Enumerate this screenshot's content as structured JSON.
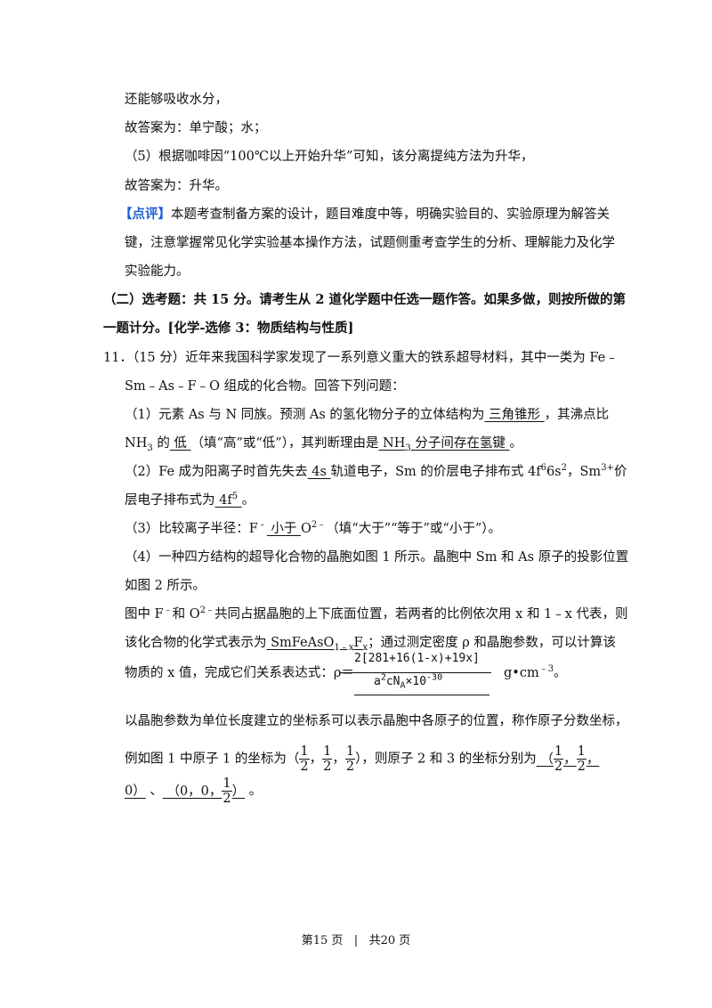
{
  "paragraphs": {
    "p1": "还能够吸收水分，",
    "p2": "故答案为：单宁酸；水；",
    "p3": "（5）根据咖啡因“100℃以上开始升华”可知，该分离提纯方法为升华，",
    "p4": "故答案为：升华。",
    "comment_tag": "【点评】",
    "comment_1": "本题考查制备方案的设计，题目难度中等，明确实验目的、实验原理为解答关",
    "comment_2": "键，注意掌握常见化学实验基本操作方法，试题侧重考查学生的分析、理解能力及化学",
    "comment_3": "实验能力。",
    "section_1": "（二）选考题：共 15 分。请考生从 2 道化学题中任选一题作答。如果多做，则按所做的第",
    "section_2": "一题计分。[化学-选修 3：物质结构与性质]",
    "q11_1": "11．（15 分）近年来我国科学家发现了一系列意义重大的铁系超导材料，其中一类为 Fe﹣",
    "q11_2": "Sm﹣As﹣F﹣O 组成的化合物。回答下列问题："
  },
  "q1": {
    "a": "（1）元素 As 与 N 同族。预测 As 的氢化物分子的立体结构为",
    "ans1": "   三角锥形   ",
    "b": "，其沸点比",
    "c_pre": "NH",
    "c_sub": "3",
    "c_post": " 的",
    "ans2": "   低   ",
    "d": "（填“高”或“低”），其判断理由是",
    "ans3_pre": "   NH",
    "ans3_sub": "3",
    "ans3_post": " 分子间存在氢键   ",
    "e": "。"
  },
  "q2": {
    "a": "（2）Fe 成为阳离子时首先失去",
    "ans1": "   4s   ",
    "b": "轨道电子，Sm 的价层电子排布式 4f",
    "b_sup1": "6",
    "b_mid": "6s",
    "b_sup2": "2",
    "b_post": "，Sm",
    "b_sup3": "3+",
    "b_end": "价",
    "c": "层电子排布式为",
    "ans2_pre": "   4f",
    "ans2_sup": "5",
    "ans2_post": "   ",
    "d": "。"
  },
  "q3": {
    "a": "（3）比较离子半径：F",
    "a_sup": "﹣",
    "ans": "   小于   ",
    "b": "O",
    "b_sup": "2﹣",
    "c": "（填“大于”“等于”或“小于”）。"
  },
  "q4": {
    "line1": "（4）一种四方结构的超导化合物的晶胞如图 1 所示。晶胞中 Sm 和 As 原子的投影位置",
    "line2": "如图 2 所示。",
    "line3_a": "图中 F",
    "line3_sup1": "﹣",
    "line3_b": "和 O",
    "line3_sup2": "2﹣",
    "line3_c": "共同占据晶胞的上下底面位置，若两者的比例依次用 x 和 1﹣x 代表，则",
    "line4_a": "该化合物的化学式表示为",
    "formula_a": "   SmFeAsO",
    "formula_sub1": "1﹣x",
    "formula_b": "F",
    "formula_sub2": "x",
    "line4_b": "；通过测定密度 ρ 和晶胞参数，可以计算该",
    "line5_a": "物质的 x 值，完成它们关系表达式：ρ＝",
    "rho_num": "2[281+16(1-x)+19x]",
    "rho_den_a": "a",
    "rho_den_sup": "2",
    "rho_den_b": "cN",
    "rho_den_sub": "A",
    "rho_den_c": "×10",
    "rho_den_sup2": "-30",
    "line5_b": "g•cm",
    "line5_sup": "﹣3",
    "line5_c": "。",
    "line6": "以晶胞参数为单位长度建立的坐标系可以表示晶胞中各原子的位置，称作原子分数坐标，",
    "line7_a": "例如图 1 中原子 1 的坐标为（",
    "half_num": "1",
    "half_den": "2",
    "comma": "，",
    "line7_b": "），则原子 2 和 3 的坐标分别为",
    "line7_ans": "   （",
    "line8_a": "0）",
    "line8_sep": "   、",
    "line8_b": "   （0，0，",
    "line8_c": "）",
    "line8_end": "   。"
  },
  "footer": {
    "page": "第15 页",
    "sep": "|",
    "total": "共20 页"
  }
}
